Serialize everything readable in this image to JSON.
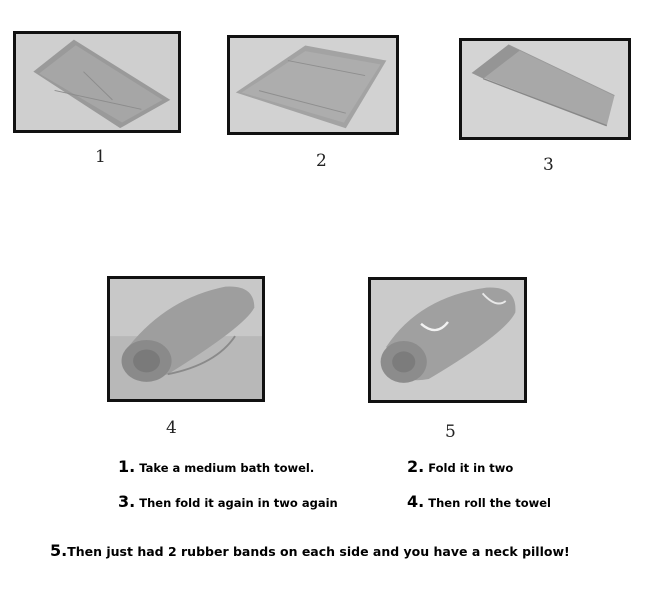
{
  "figure_labels": [
    "1",
    "2",
    "3",
    "4",
    "5"
  ],
  "images": [
    {
      "depicts": "towel-flat-image"
    },
    {
      "depicts": "towel-folded-once-image"
    },
    {
      "depicts": "towel-folded-twice-image"
    },
    {
      "depicts": "towel-rolled-image"
    },
    {
      "depicts": "towel-rolled-banded-image"
    }
  ],
  "steps": [
    {
      "num": "1.",
      "text": "Take a medium bath towel."
    },
    {
      "num": "2.",
      "text": "Fold it in two"
    },
    {
      "num": "3.",
      "text": "Then fold it again in two again"
    },
    {
      "num": "4.",
      "text": "Then roll the towel"
    }
  ],
  "final_step": {
    "num": "5.",
    "text": "Then just had 2 rubber bands on each side and you have a neck pillow!"
  }
}
